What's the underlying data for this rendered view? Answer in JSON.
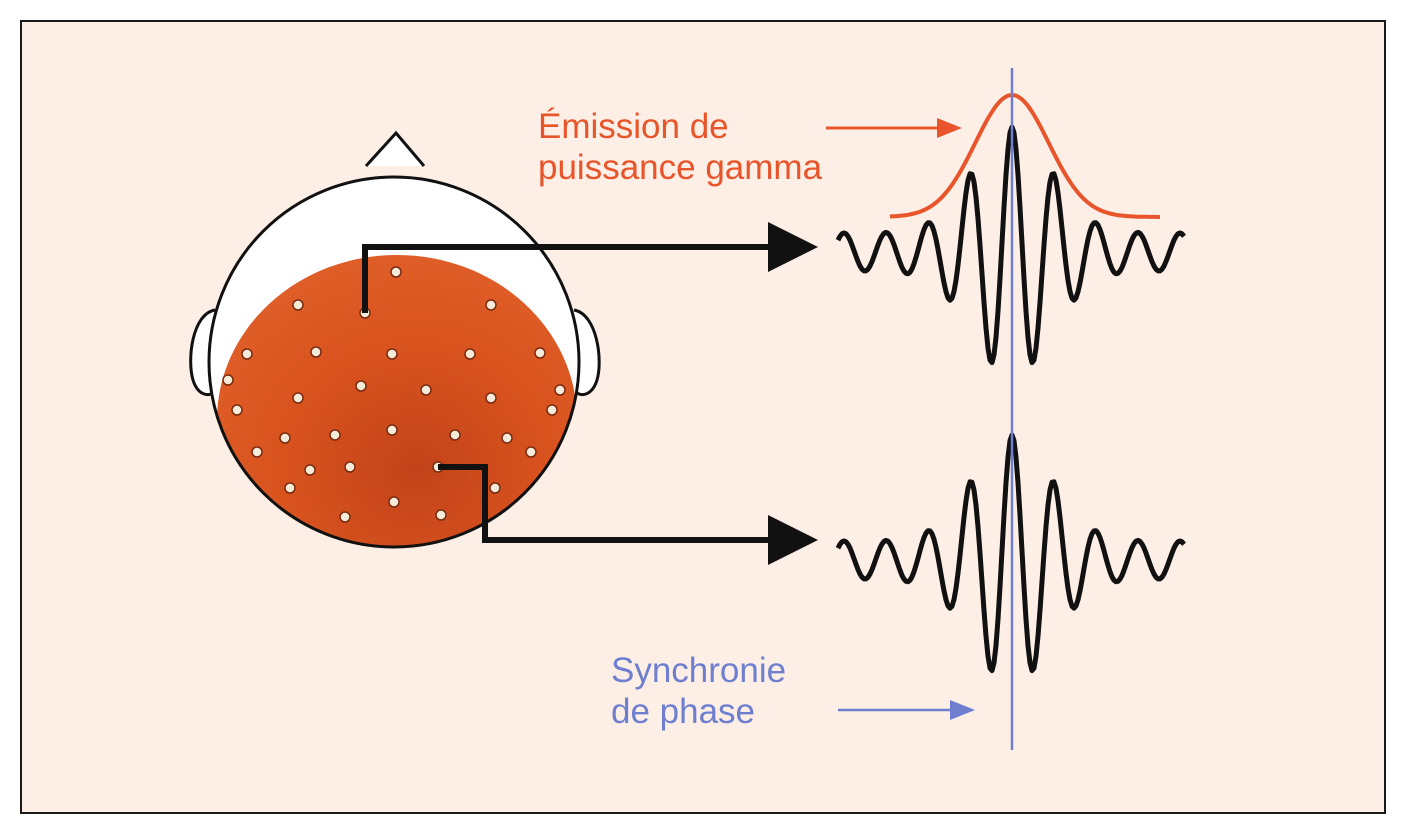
{
  "labels": {
    "gamma_line1": "Émission de",
    "gamma_line2": "puissance gamma",
    "phase_line1": "Synchronie",
    "phase_line2": "de phase"
  },
  "colors": {
    "frame_background": "#fdeee6",
    "scalp_map": "#d9531e",
    "gamma_envelope": "#e8552a",
    "phase_marker": "#6f7fd0",
    "lines": "#111111",
    "electrodes": "#f4ebd8"
  },
  "electrode_count": 32
}
